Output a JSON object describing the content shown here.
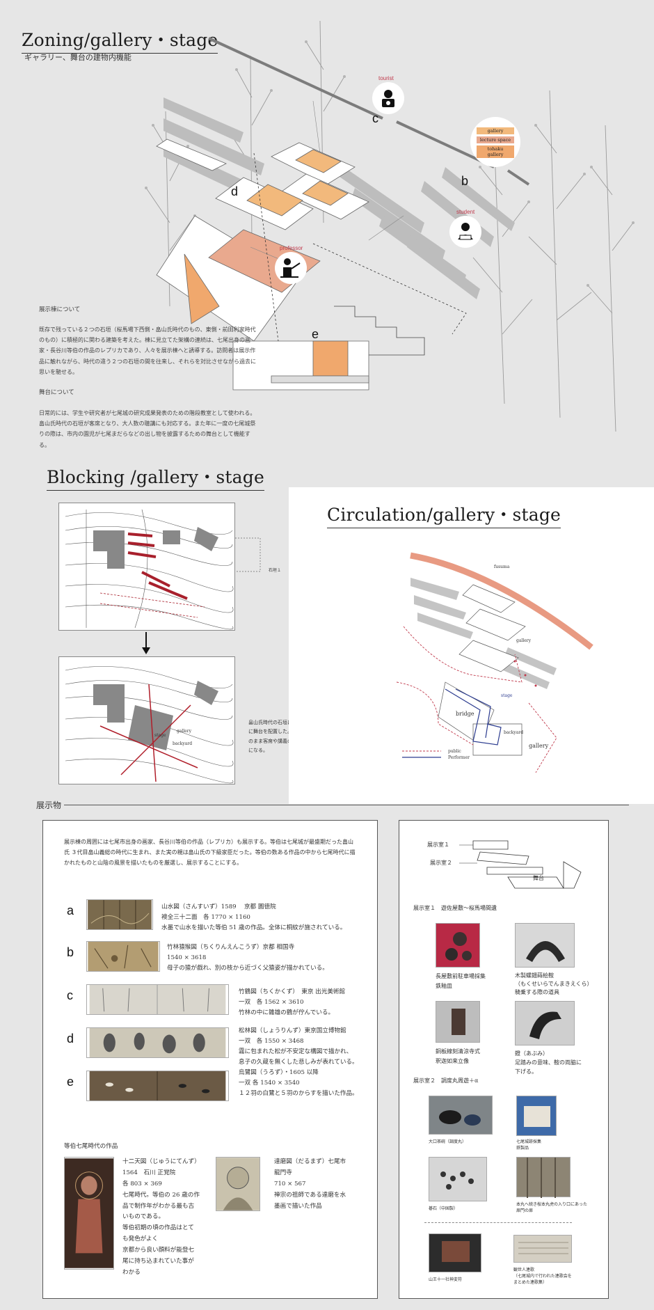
{
  "zoning": {
    "title": "Zoning/gallery・stage",
    "subtitle": "ギャラリー、舞台の建物内機能",
    "icons": {
      "tourist": "tourist",
      "student": "student",
      "professor": "professor"
    },
    "letters": {
      "b": "b",
      "c": "c",
      "d": "d",
      "e": "e"
    },
    "legend": {
      "gallery": "gallery",
      "lecture": "lecture space",
      "tohaku": "tohaku gallery"
    },
    "colors": {
      "gallery": "#f2b97c",
      "lecture": "#e9a98e",
      "tohaku": "#f0a86d",
      "accent": "#c0394b"
    },
    "exhibit_head": "展示棟について",
    "exhibit_text": "既存で残っている２つの石垣（桜馬場下西側・畠山氏時代のもの、東側・前田利家時代のもの）に積極的に関わる建築を考えた。棟に見立てた架構の連続は、七尾出身の画家・長谷川等伯の作品のレプリカであり、人々を展示棟へと誘導する。訪問者は展示作品に触れながら、時代の違う２つの石垣の間を往来し、それらを対比させながら過去に思いを馳せる。",
    "stage_head": "舞台について",
    "stage_text": "日常的には、学生や研究者が七尾城の研究成果発表のための階段教室として使われる。畠山氏時代の石垣が客席となり、大人数の聴講にも対応する。また年に一度の七尾城祭りの際は、市内の園児が七尾まだらなどの出し物を披露するための舞台として機能する。"
  },
  "blocking": {
    "title": "Blocking /gallery・stage",
    "stone_label": "石垣１",
    "labels": {
      "stage": "stage",
      "gallery": "gallery",
      "backyard": "backyard"
    },
    "description": "畠山氏時代の石垣に正対するように舞台を配置した。この石垣がそのまま客席や講義の際の階段教室になる。"
  },
  "circulation": {
    "title": "Circulation/gallery・stage",
    "labels": {
      "fusuma": "fusuma",
      "gallery": "gallery",
      "stage": "stage",
      "bridge": "bridge",
      "backyard": "backyard",
      "gallery2": "gallery"
    },
    "legend": {
      "public": "public",
      "performer": "Performer"
    },
    "colors": {
      "public": "#c0394b",
      "performer": "#2b3b8f",
      "fusuma": "#e89a82"
    }
  },
  "exhibits": {
    "section_title": "展示物",
    "intro": "展示棟の周囲には七尾市出身の画家、長谷川等伯の作品（レプリカ）も展示する。等伯は七尾城が最盛期だった畠山氏 ３代目畠山義総の時代に生まれ、また実の親は畠山氏の下級家臣だった。等伯の数ある作品の中から七尾時代に描かれたものと山陰の風景を描いたものを厳選し、展示することにする。",
    "works": [
      {
        "letter": "a",
        "lines": [
          "山水図（さんすいず）1589　 京都 圓徳院",
          "襖全三十二面　各 1770 × 1160",
          "水墨で山水を描いた等伯 51 歳の作品。全体に桐紋が施されている。"
        ]
      },
      {
        "letter": "b",
        "lines": [
          "竹林猿猴図（ちくりんえんこうず）京都 相国寺",
          "1540 × 3618",
          "母子の猿が戯れ、別の枝から近づく父猿姿が描かれている。"
        ]
      },
      {
        "letter": "c",
        "lines": [
          "竹鶴図（ちくかくず）　東京 出光美術館",
          "一双　各 1562 × 3610",
          "竹林の中に雛雄の鶴が佇んでいる。"
        ]
      },
      {
        "letter": "d",
        "lines": [
          "松林図（しょうりんず）東京国立博物館",
          "一双　各 1550 × 3468",
          "霧に包まれた松が不安定な構図で描かれ、",
          "息子の久蔵を無くした悲しみが表れている。"
        ]
      },
      {
        "letter": "e",
        "lines": [
          "烏鷺図（うろず）・1605 以降",
          "一双 各 1540 × 3540",
          "１２羽の白鷺と５羽のからすを描いた作品。"
        ]
      }
    ],
    "nanao_head": "等伯七尾時代の作品",
    "nanao1": [
      "十二天図（じゅうにてんず）",
      "1564　石川 正覚院",
      "各 803 × 369",
      "七尾時代。等伯の 26 歳の作",
      "品で制作年がわかる最も古",
      "いものである。",
      "等伯初期の頃の作品はとて",
      "も発色がよく",
      "京都から良い顔料が能登七",
      "尾に持ち込まれていた事が",
      "わかる"
    ],
    "nanao2": [
      "達磨図（だるまず）七尾市",
      "龍門寺",
      "710 × 567",
      "禅宗の祖師である達磨を水",
      "墨画で描いた作品"
    ]
  },
  "rooms": {
    "room1": "展示室１",
    "room2": "展示室２",
    "butai": "舞台",
    "room1_head": "展示室１　遊佐屋敷～桜馬場間遺",
    "room1_items": [
      [
        "長屋敷前駐車場採集",
        "鉄釉皿"
      ],
      [
        "木製螺鈿蒔絵鞍",
        "（もくせいらでんまきえくら）",
        "騎乗する際の道具"
      ],
      [
        "銅板線刻清涼寺式",
        "釈迦如来立像"
      ],
      [
        "鐙（あぶみ）",
        "足踏みの意味、鞍の両脇に",
        "下げる。"
      ]
    ],
    "room2_head": "展示室２　調度丸周遊＋α",
    "room2_items": [
      [
        "大口茶碗（調度丸）"
      ],
      [
        "七尾城跡採集",
        "鉄製品"
      ],
      [
        "碁石（中国製）"
      ],
      [
        "本丸へ続き桜本丸虎の入り口にあった",
        "扉門の扉"
      ],
      [
        "山王十一社神変符"
      ],
      [
        "観世人連歌",
        "（七尾城内で行われた連歌会を",
        "まとめた連歌集）"
      ]
    ]
  }
}
